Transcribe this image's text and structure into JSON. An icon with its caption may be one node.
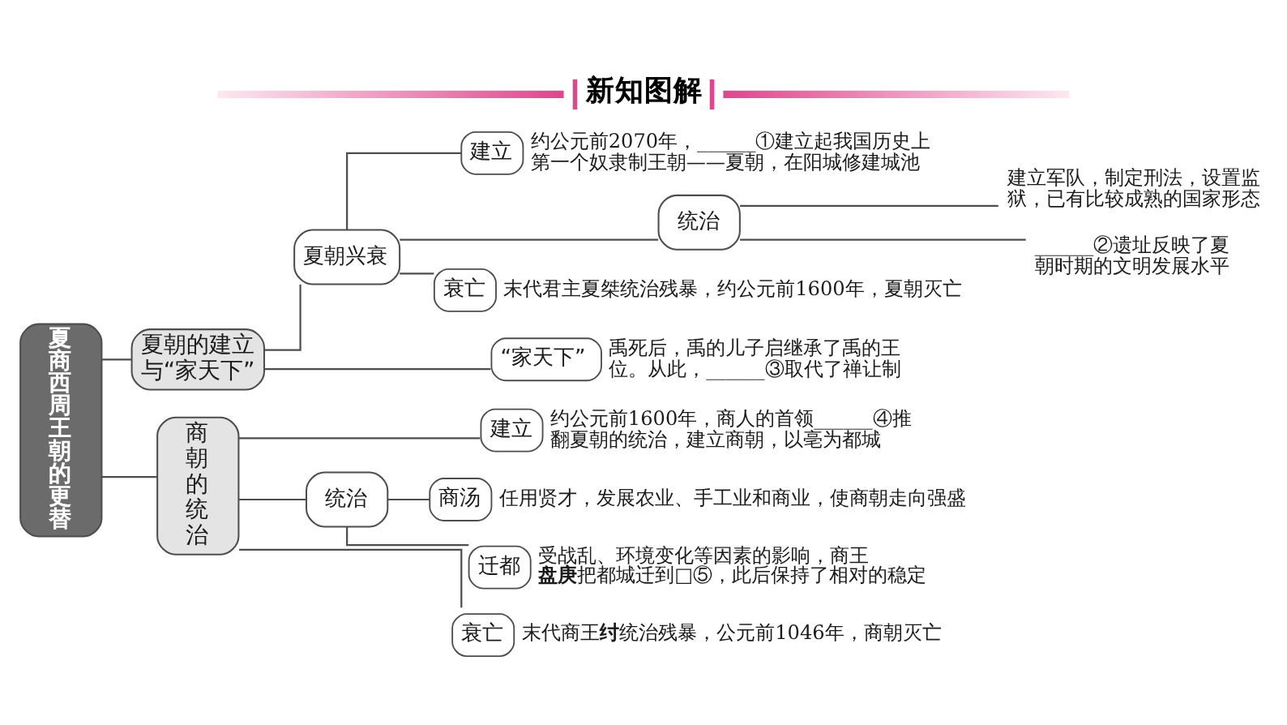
{
  "diagram": {
    "title": "新知图解",
    "nodes": [
      {
        "text": [
          "夏商西周王朝的更替"
        ]
      },
      {
        "text": [
          "夏朝的建立与“家天下”"
        ]
      },
      {
        "text": [
          "夏朝兴衰"
        ]
      },
      {
        "text": [
          "建立"
        ],
        "beside": [
          "约公元前2070年，______①建立起我国历史上第一个奴隶制王朝——夏朝，在阳城修建城池"
        ]
      },
      {
        "text": [
          "统治"
        ]
      },
      {
        "text": [
          "建立军队，制定刑法，设置监狱，已有比较成熟的国家形态"
        ]
      },
      {
        "text": [
          "______②遗址反映了夏朝时期的文明发展水平"
        ]
      },
      {
        "text": [
          "衰亡"
        ],
        "beside": [
          "末代君主夏桀统治残暴，约公元前1600年，夏朝灭亡"
        ]
      },
      {
        "text": [
          "“家天下”"
        ],
        "beside": [
          "禹死后，禹的儿子启继承了禹的王位。从此，______③取代了禅让制"
        ]
      },
      {
        "text": [
          "商朝的统治"
        ]
      },
      {
        "text": [
          "建立"
        ],
        "beside": [
          "约公元前1600年，商人的首领______④推翻夏朝的统治，建立商朝，以亳为都城"
        ]
      },
      {
        "text": [
          "统治"
        ]
      },
      {
        "text": [
          "商汤"
        ],
        "beside": [
          "任用贤才，发展农业、手工业和商业，使商朝走向强盛"
        ]
      },
      {
        "text": [
          "迁都"
        ],
        "beside": [
          "受战乱、环境变化等因素的影响，商王**盘庚**把都城迁到□⑤，此后保持了相对的稳定"
        ]
      },
      {
        "text": [
          "衰亡"
        ],
        "beside": [
          "末代商王**纣**统治残暴，公元前1046年，商朝灭亡"
        ]
      }
    ],
    "edges": [
      {
        "from": 0,
        "to": 1,
        "arrow": "none"
      },
      {
        "from": 0,
        "to": 9,
        "arrow": "none"
      },
      {
        "from": 1,
        "to": 2,
        "arrow": "none"
      },
      {
        "from": 1,
        "to": 8,
        "arrow": "none"
      },
      {
        "from": 2,
        "to": 3,
        "arrow": "none"
      },
      {
        "from": 2,
        "to": 4,
        "arrow": "none"
      },
      {
        "from": 2,
        "to": 7,
        "arrow": "none"
      },
      {
        "from": 4,
        "to": 5,
        "arrow": "none"
      },
      {
        "from": 4,
        "to": 6,
        "arrow": "none"
      },
      {
        "from": 9,
        "to": 10,
        "arrow": "none"
      },
      {
        "from": 9,
        "to": 11,
        "arrow": "none"
      },
      {
        "from": 9,
        "to": 14,
        "arrow": "none"
      },
      {
        "from": 11,
        "to": 12,
        "arrow": "none"
      },
      {
        "from": 11,
        "to": 13,
        "arrow": "none"
      }
    ]
  }
}
